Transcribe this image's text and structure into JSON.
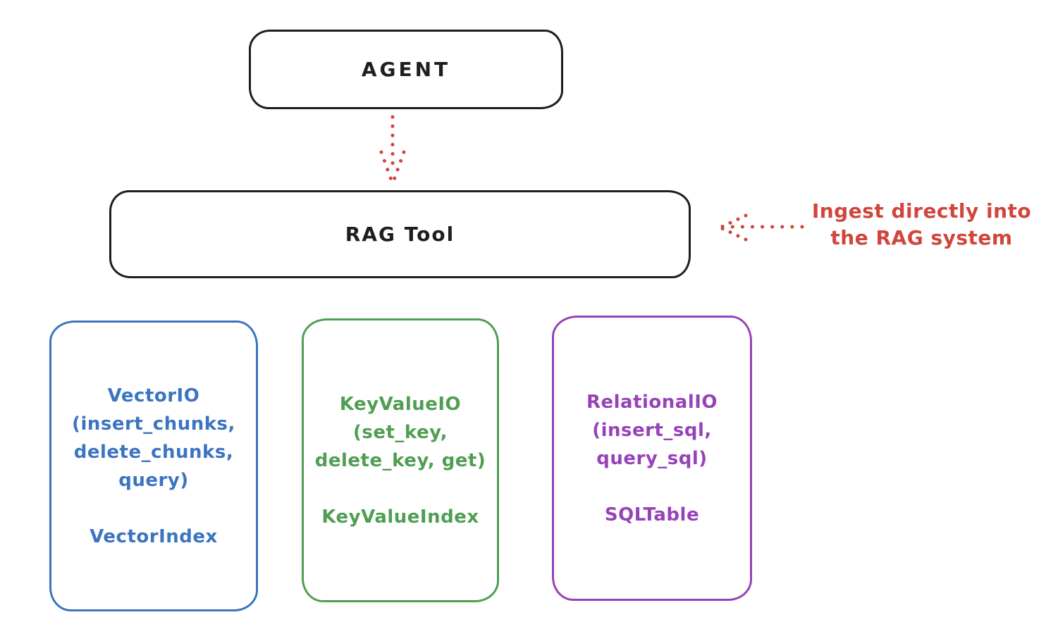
{
  "diagram": {
    "colors": {
      "ink": "#1e1e1e",
      "red": "#d0453c",
      "blue": "#3b74c1",
      "green": "#4f9e52",
      "purple": "#9742b8",
      "background": "#ffffff"
    },
    "agent": {
      "label": "AGENT"
    },
    "rag_tool": {
      "label": "RAG Tool"
    },
    "annotation": {
      "line1": "Ingest directly into",
      "line2": "the RAG system"
    },
    "backends": [
      {
        "id": "vector-io",
        "lines": [
          "VectorIO",
          "(insert_chunks,",
          "delete_chunks,",
          "query)"
        ],
        "index_label": "VectorIndex"
      },
      {
        "id": "keyvalue-io",
        "lines": [
          "KeyValueIO",
          "(set_key,",
          "delete_key, get)"
        ],
        "index_label": "KeyValueIndex"
      },
      {
        "id": "relational-io",
        "lines": [
          "RelationalIO",
          "(insert_sql,",
          "query_sql)"
        ],
        "index_label": "SQLTable"
      }
    ]
  }
}
